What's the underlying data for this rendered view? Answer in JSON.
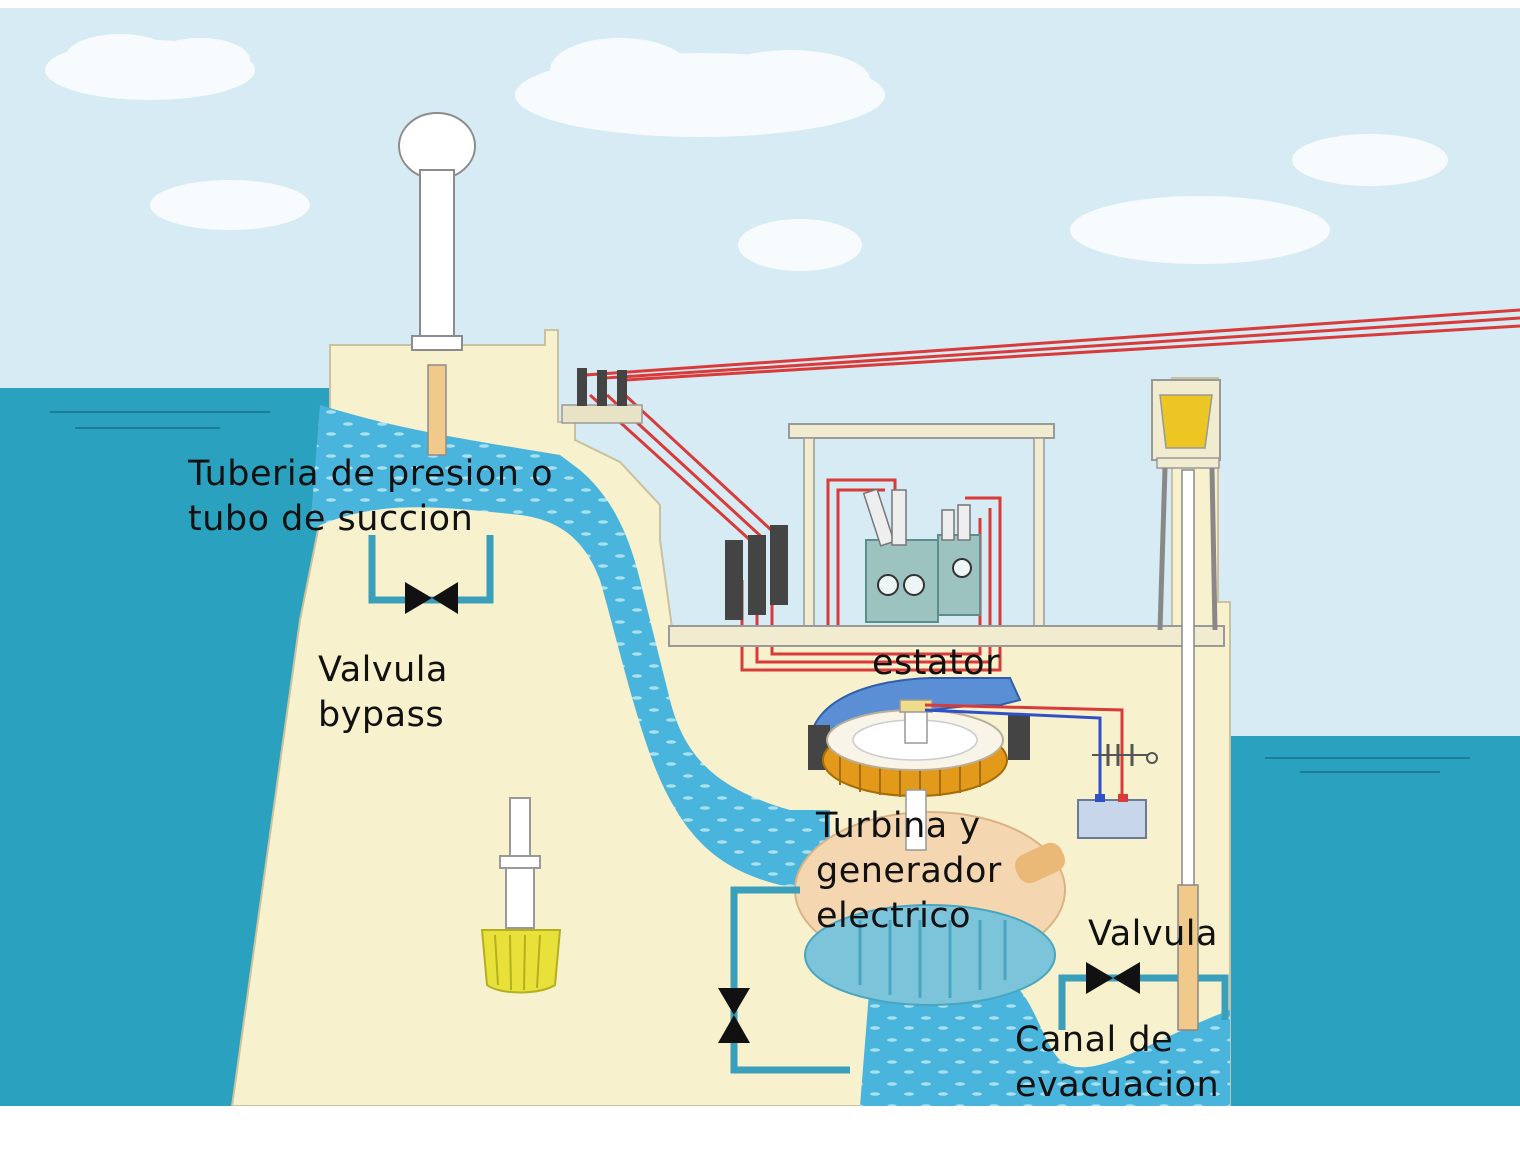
{
  "colors": {
    "sky": "#d6ebf3",
    "water": "#2aa2bf",
    "channel_water": "#49b4dc",
    "dam": "#f8f1cd",
    "dam_edge": "#c9c1a0",
    "pipe": "#3a9fbb",
    "power_line": "#d93a3a",
    "stator_orange": "#e39a1a",
    "filter_yellow": "#e8e13a",
    "blue_wire": "#3050c8"
  },
  "labels": {
    "penstock": [
      "Tuberia de presion o",
      "tubo de succion"
    ],
    "bypass": [
      "Valvula",
      "bypass"
    ],
    "stator": [
      "estator"
    ],
    "turbine": [
      "Turbina y",
      "generador",
      "electrico"
    ],
    "valve": [
      "Valvula"
    ],
    "outflow": [
      "Canal de",
      "evacuacion"
    ]
  },
  "icons": [
    "cloud-icon",
    "surge-tank-icon",
    "valve-icon",
    "transformer-icon",
    "insulator-icon",
    "generator-icon",
    "battery-icon",
    "gate-hoist-icon",
    "intake-filter-icon"
  ]
}
